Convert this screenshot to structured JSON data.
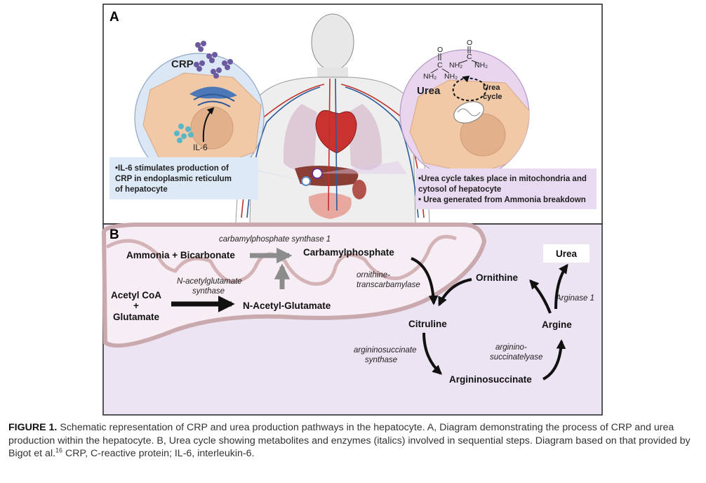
{
  "panel_a": {
    "label": "A",
    "crp_cell": {
      "crp_label": "CRP",
      "il6_label": "IL-6"
    },
    "urea_cell": {
      "urea_label": "Urea",
      "cycle_label_line1": "Urea",
      "cycle_label_line2": "cycle",
      "chem": {
        "o": "O",
        "c": "C",
        "nh2": "NH₂",
        "nh2_sub": "NH₂"
      }
    },
    "crp_note": [
      "•IL-6 stimulates production of",
      "CRP in endoplasmic reticulum",
      "of hepatocyte"
    ],
    "urea_note": [
      "•Urea cycle takes place in mitochondria and",
      "cytosol of hepatocyte",
      "• Urea generated from Ammonia breakdown"
    ]
  },
  "panel_b": {
    "label": "B",
    "nodes": {
      "ammonia": "Ammonia + Bicarbonate",
      "carbamyl": "Carbamylphosphate",
      "acetyl1": "Acetyl CoA",
      "acetyl2": "+",
      "acetyl3": "Glutamate",
      "nag": "N-Acetyl-Glutamate",
      "ornithine": "Ornithine",
      "citruline": "Citruline",
      "argininosuccinate": "Argininosuccinate",
      "argine": "Argine",
      "urea": "Urea"
    },
    "enzymes": {
      "cps1": "carbamylphosphate synthase 1",
      "nags1": "N-acetylglutamate",
      "nags2": "synthase",
      "otc1": "ornithine-",
      "otc2": "transcarbamylase",
      "ass1": "argininosuccinate",
      "ass2": "synthase",
      "asl1": "arginino-",
      "asl2": "succinatelyase",
      "arg": "Arginase 1"
    }
  },
  "caption": {
    "lead": "FIGURE 1.",
    "text1": "Schematic representation of CRP and urea production pathways in the hepatocyte. A, Diagram demonstrating the process of CRP and urea production within the hepatocyte. B, Urea cycle showing metabolites and enzymes (italics) involved in sequential steps. Diagram based on that provided by Bigot et al.",
    "ref": "16",
    "text2": " CRP, C-reactive protein; IL-6, interleukin-6."
  },
  "colors": {
    "panel_b_bg": "#ece3f3",
    "mito_fill": "#f7eef5",
    "mito_stroke": "#c9a9ad",
    "cell_fill": "#f1c9a6",
    "crp_circle": "#dbe7f5",
    "urea_circle": "#e9d5ee",
    "note_blue": "#dde9f6",
    "note_purple": "#e8daf0",
    "arrow_grey": "#8c8c8c",
    "arrow_black": "#111111"
  }
}
